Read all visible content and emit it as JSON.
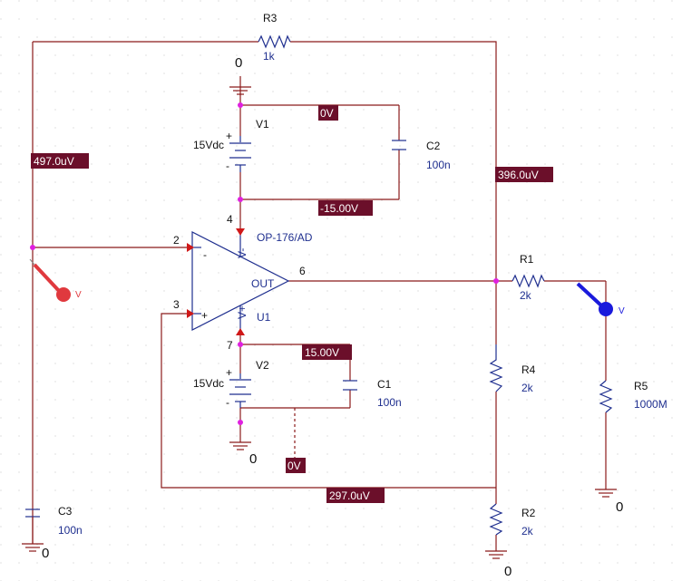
{
  "components": {
    "R3": {
      "name": "R3",
      "value": "1k"
    },
    "R1": {
      "name": "R1",
      "value": "2k"
    },
    "R4": {
      "name": "R4",
      "value": "2k"
    },
    "R2": {
      "name": "R2",
      "value": "2k"
    },
    "R5": {
      "name": "R5",
      "value": "1000M"
    },
    "C1": {
      "name": "C1",
      "value": "100n"
    },
    "C2": {
      "name": "C2",
      "value": "100n"
    },
    "C3": {
      "name": "C3",
      "value": "100n"
    },
    "V1": {
      "name": "V1",
      "value": "15Vdc"
    },
    "V2": {
      "name": "V2",
      "value": "15Vdc"
    },
    "U1": {
      "name": "U1",
      "part": "OP-176/AD",
      "out_label": "OUT",
      "vminus": "V-",
      "vplus": "V+",
      "minus_sign": "-",
      "plus_sign": "+"
    }
  },
  "pins": {
    "p2": "2",
    "p3": "3",
    "p4": "4",
    "p6": "6",
    "p7": "7"
  },
  "voltage_tags": {
    "t1": "497.0uV",
    "t2": "396.0uV",
    "t3": "0V",
    "t4": "-15.00V",
    "t5": "15.00V",
    "t6": "0V",
    "t7": "297.0uV"
  },
  "ground_label": "0",
  "probe_label": "V",
  "colors": {
    "wire": "#8b1a1a",
    "component": "#1f2f8f",
    "tag_bg": "#6b0f2a",
    "probe_red": "#e0393e",
    "probe_blue": "#1a1adc",
    "node": "#e020e0"
  }
}
